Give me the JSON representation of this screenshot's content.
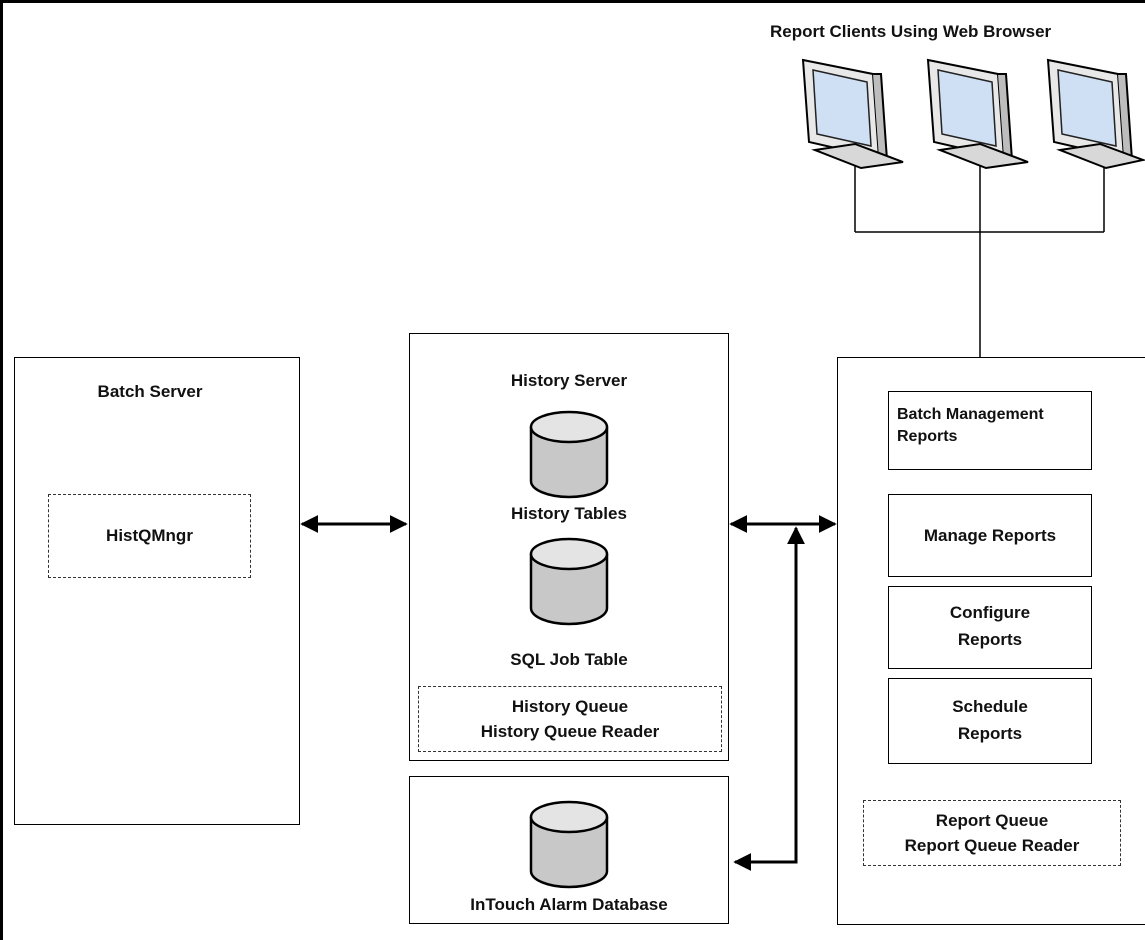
{
  "diagram": {
    "clients": {
      "title": "Report Clients Using Web Browser",
      "monitor_icon": "monitor-icon",
      "count": 3
    },
    "batch_server": {
      "title": "Batch Server",
      "component": "HistQMngr"
    },
    "history_server": {
      "title": "History Server",
      "history_tables": "History Tables",
      "sql_job_table": "SQL Job Table",
      "queue_line1": "History Queue",
      "queue_line2": "History Queue Reader",
      "database_icon": "database-icon"
    },
    "intouch": {
      "label": "InTouch Alarm Database"
    },
    "report_server": {
      "batch_mgmt_line1": "Batch Management",
      "batch_mgmt_line2": "Reports",
      "manage_reports": "Manage Reports",
      "configure_line1": "Configure",
      "configure_line2": "Reports",
      "schedule_line1": "Schedule",
      "schedule_line2": "Reports",
      "queue_line1": "Report Queue",
      "queue_line2": "Report Queue Reader"
    },
    "colors": {
      "line": "#000000",
      "cylinder_fill": "#c8c8c8",
      "cylinder_top": "#e4e4e4",
      "screen": "#cfe0f4"
    }
  }
}
